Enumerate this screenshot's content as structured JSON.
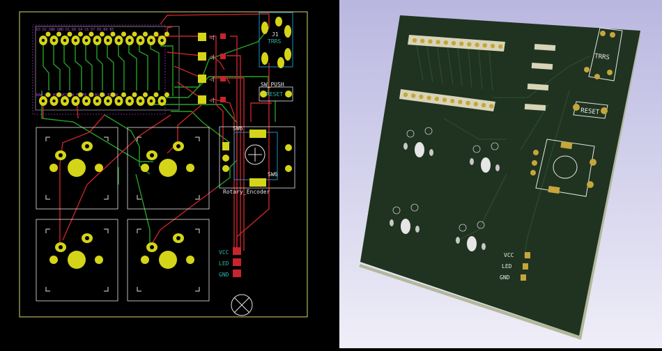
{
  "editor": {
    "connector": {
      "ref": "J1",
      "value": "TRRS"
    },
    "reset_switch": {
      "ref": "SW_PUSH",
      "value": "RESET"
    },
    "encoder": {
      "ref": "SW6",
      "ref_bottom": "SW6",
      "value": "Rotary_Encoder"
    },
    "header_pads": [
      {
        "name": "VCC"
      },
      {
        "name": "LED"
      },
      {
        "name": "GND"
      }
    ],
    "colors": {
      "background": "#000000",
      "edge_cuts": "#d8d86a",
      "front_copper": "#c8242c",
      "back_copper": "#26a126",
      "pad": "#d4d419",
      "silkscreen": "#e6e6e6",
      "courtyard": "#1e90c8",
      "teal_text": "#2eb5a6"
    }
  },
  "viewer3d": {
    "labels": {
      "connector": "TRRS",
      "reset": "RESET",
      "vcc": "VCC",
      "led": "LED",
      "gnd": "GND"
    },
    "colors": {
      "background_top": "#b9b7e0",
      "background_bottom": "#efeef8",
      "board": "#1f3320",
      "board_edge": "#b3b89a",
      "pad_gold": "#c6a53a"
    }
  }
}
